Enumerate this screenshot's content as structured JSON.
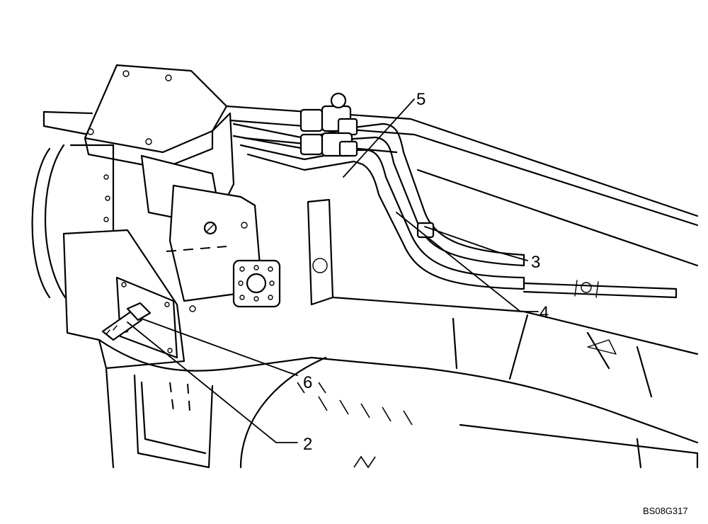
{
  "callouts": {
    "c5": "5",
    "c3": "3",
    "c4": "4",
    "c6": "6",
    "c2": "2"
  },
  "drawing_code": "BS08G317"
}
